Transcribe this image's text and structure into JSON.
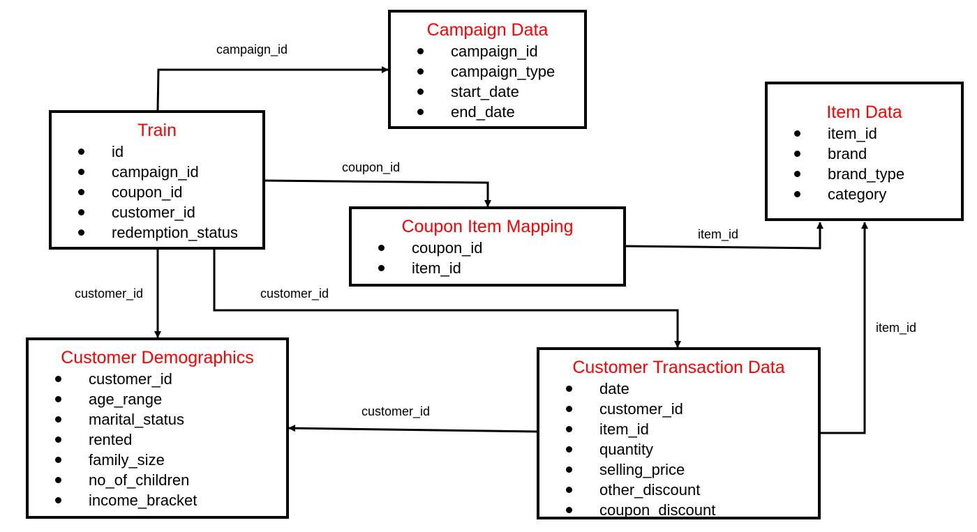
{
  "entities": {
    "campaign": {
      "title": "Campaign Data",
      "fields": [
        "campaign_id",
        "campaign_type",
        "start_date",
        "end_date"
      ]
    },
    "item": {
      "title": "Item Data",
      "fields": [
        "item_id",
        "brand",
        "brand_type",
        "category"
      ]
    },
    "train": {
      "title": "Train",
      "fields": [
        "id",
        "campaign_id",
        "coupon_id",
        "customer_id",
        "redemption_status"
      ]
    },
    "coupon_item": {
      "title": "Coupon Item Mapping",
      "fields": [
        "coupon_id",
        "item_id"
      ]
    },
    "demographics": {
      "title": "Customer Demographics",
      "fields": [
        "customer_id",
        "age_range",
        "marital_status",
        "rented",
        "family_size",
        "no_of_children",
        "income_bracket"
      ]
    },
    "transaction": {
      "title": "Customer Transaction Data",
      "fields": [
        "date",
        "customer_id",
        "item_id",
        "quantity",
        "selling_price",
        "other_discount",
        "coupon_discount"
      ]
    }
  },
  "relationships": {
    "train_to_campaign": "campaign_id",
    "train_to_coupon_item": "coupon_id",
    "coupon_item_to_item": "item_id",
    "train_to_demographics": "customer_id",
    "train_to_transaction": "customer_id",
    "transaction_to_demographics": "customer_id",
    "transaction_to_item": "item_id"
  },
  "colors": {
    "title": "#ff0000",
    "text": "#000000",
    "border": "#000000",
    "background": "#ffffff"
  }
}
